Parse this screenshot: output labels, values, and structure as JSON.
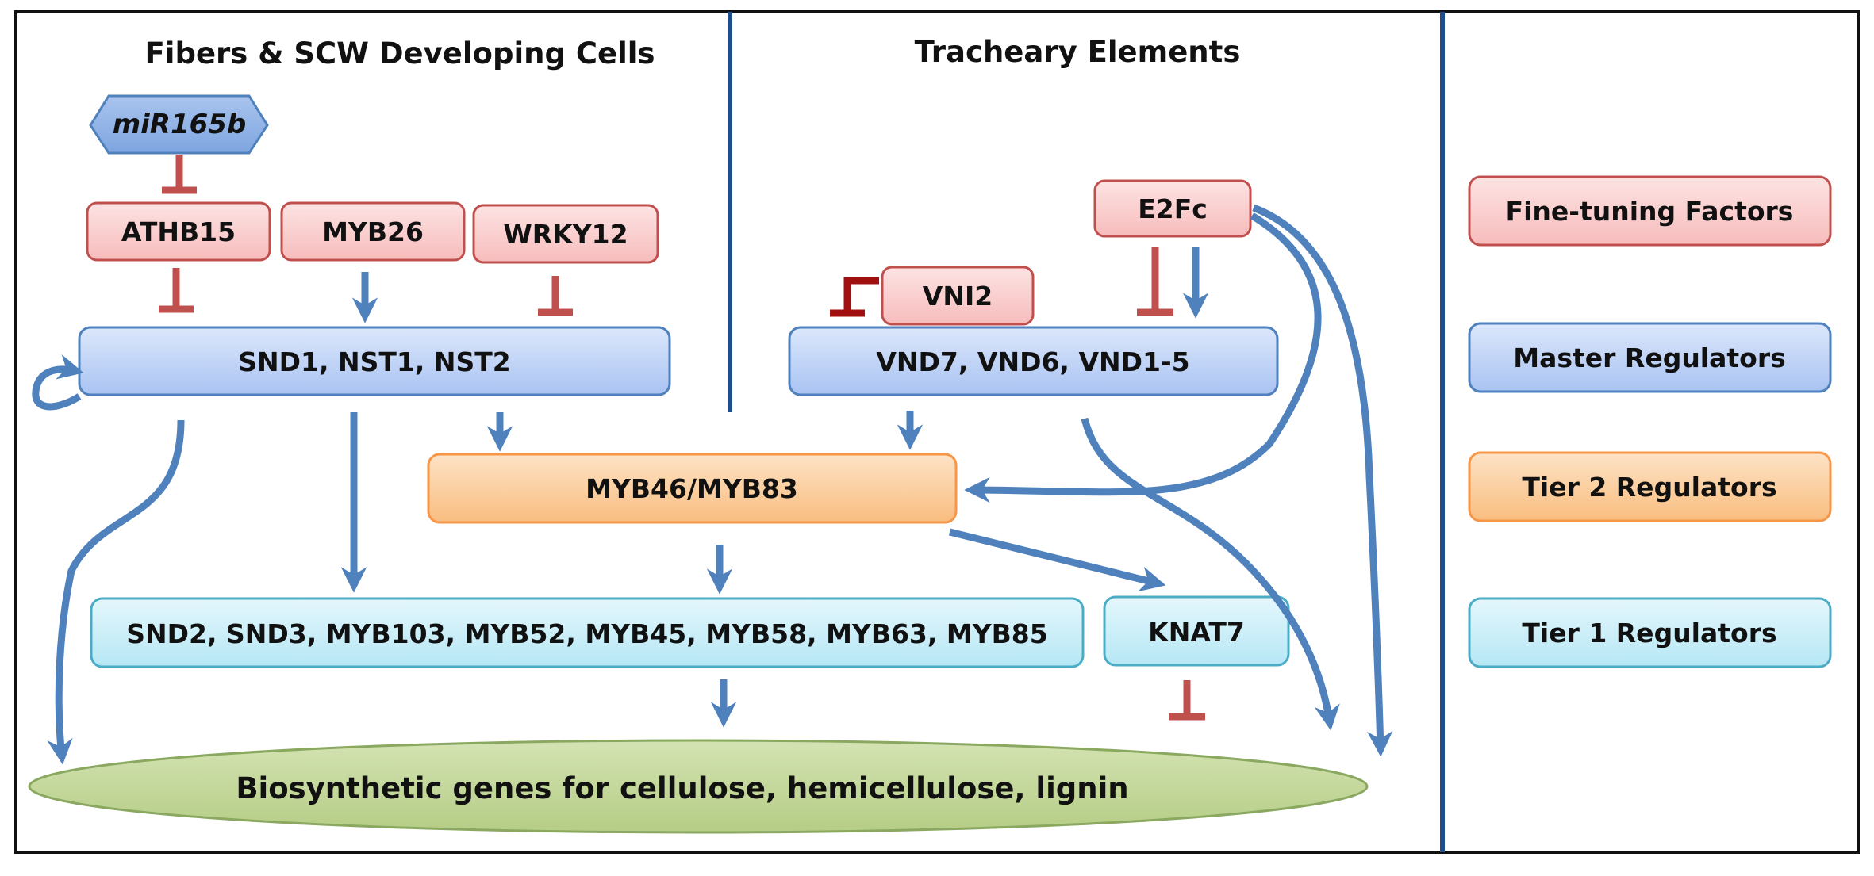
{
  "panels": {
    "fibers_title": "Fibers & SCW Developing Cells",
    "tracheary_title": "Tracheary Elements"
  },
  "nodes": {
    "mir165b": "miR165b",
    "athb15": "ATHB15",
    "myb26": "MYB26",
    "wrky12": "WRKY12",
    "e2fc": "E2Fc",
    "vni2": "VNI2",
    "snd1_group": "SND1, NST1, NST2",
    "vnd_group": "VND7, VND6, VND1-5",
    "myb46_83": "MYB46/MYB83",
    "tier1_group": "SND2, SND3, MYB103, MYB52, MYB45, MYB58, MYB63, MYB85",
    "knat7": "KNAT7",
    "biosynthetic": "Biosynthetic genes  for cellulose, hemicellulose, lignin"
  },
  "legend": {
    "fine_tuning": "Fine-tuning Factors",
    "master": "Master Regulators",
    "tier2": "Tier 2 Regulators",
    "tier1": "Tier 1 Regulators"
  },
  "colors": {
    "fine_tuning_fill": "#f9c9c9",
    "fine_tuning_stroke": "#c0504d",
    "master_fill": "#b5ccf5",
    "master_stroke": "#4f81bd",
    "tier2_fill": "#fbcf9f",
    "tier2_stroke": "#f79646",
    "tier1_fill": "#c8eef8",
    "tier1_stroke": "#4bacc6",
    "ellipse_fill": "#c4d79b",
    "arrow": "#4f81bd",
    "inhibit": "#c0504d",
    "inhibit_dark": "#a01010"
  }
}
